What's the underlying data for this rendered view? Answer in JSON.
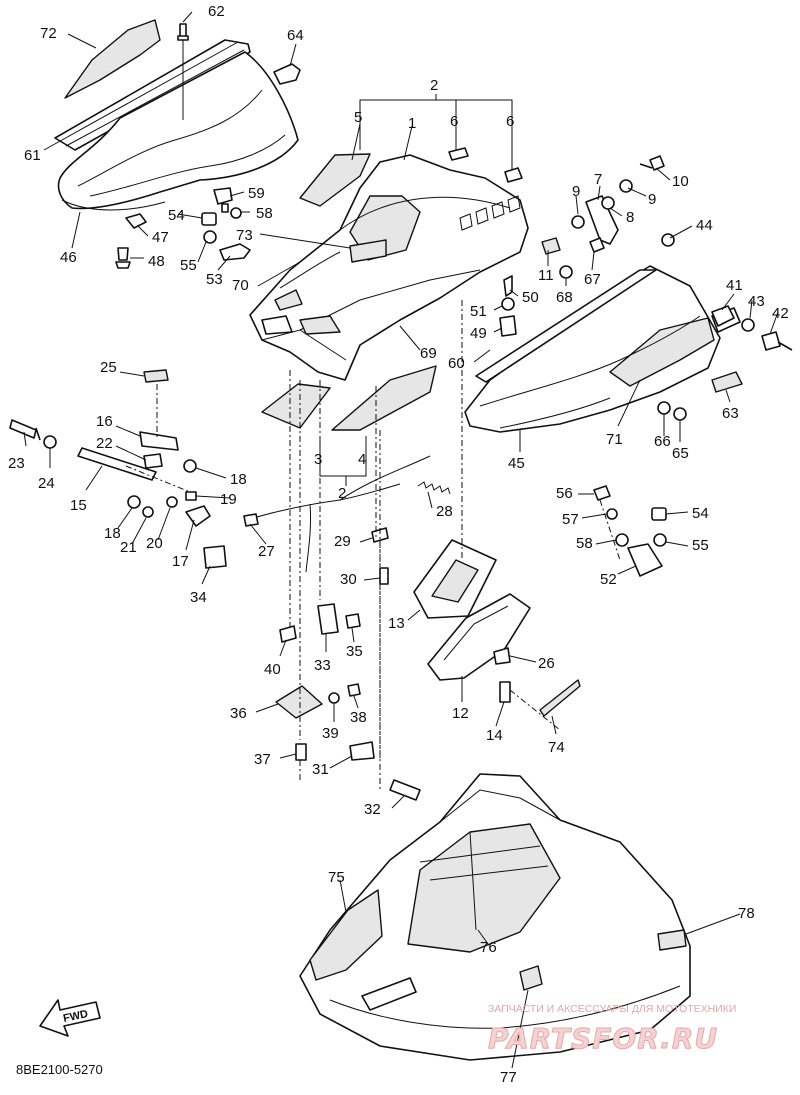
{
  "diagram": {
    "code": "8BE2100-5270",
    "fwd_label": "FWD",
    "watermark_text": "ЗАПЧАСТИ И АКСЕССУАРЫ ДЛЯ МОТОТЕХНИКИ",
    "watermark_logo": "PARTSFOR.RU",
    "callouts": {
      "c72": "72",
      "c62": "62",
      "c64": "64",
      "c61": "61",
      "c46": "46",
      "c54a": "54",
      "c59": "59",
      "c58a": "58",
      "c47": "47",
      "c48": "48",
      "c55a": "55",
      "c53": "53",
      "c73": "73",
      "c70": "70",
      "c2a": "2",
      "c5": "5",
      "c1": "1",
      "c6a": "6",
      "c6b": "6",
      "c10": "10",
      "c7": "7",
      "c9a": "9",
      "c9b": "9",
      "c8": "8",
      "c44": "44",
      "c11": "11",
      "c67": "67",
      "c68": "68",
      "c50": "50",
      "c51": "51",
      "c49": "49",
      "c69": "69",
      "c60": "60",
      "c41": "41",
      "c43": "43",
      "c42": "42",
      "c63": "63",
      "c66": "66",
      "c65": "65",
      "c71": "71",
      "c45": "45",
      "c25": "25",
      "c16": "16",
      "c22": "22",
      "c23": "23",
      "c24": "24",
      "c15": "15",
      "c18a": "18",
      "c19": "19",
      "c18b": "18",
      "c21": "21",
      "c20": "20",
      "c17": "17",
      "c34": "34",
      "c3": "3",
      "c4": "4",
      "c2b": "2",
      "c28": "28",
      "c27": "27",
      "c29": "29",
      "c30": "30",
      "c56": "56",
      "c57": "57",
      "c54b": "54",
      "c58b": "58",
      "c55b": "55",
      "c52": "52",
      "c13": "13",
      "c26": "26",
      "c12": "12",
      "c14": "14",
      "c74": "74",
      "c40": "40",
      "c33": "33",
      "c35": "35",
      "c36": "36",
      "c39": "39",
      "c38": "38",
      "c37": "37",
      "c31": "31",
      "c32": "32",
      "c75": "75",
      "c76": "76",
      "c78": "78",
      "c77": "77"
    }
  }
}
